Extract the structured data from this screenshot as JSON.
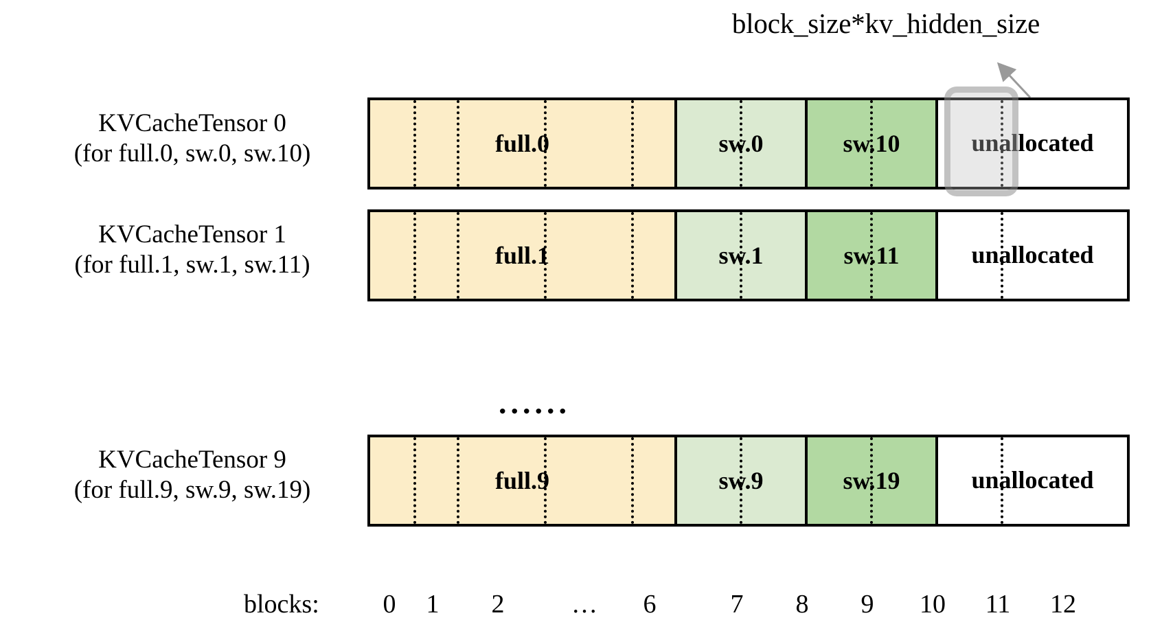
{
  "annotation": {
    "label": "block_size*kv_hidden_size",
    "arrow": "arrow-up-left"
  },
  "colors": {
    "full_block": "#fcedc8",
    "sw_block": "#dbead1",
    "sw2_block": "#b2d9a2",
    "unallocated_block": "#ffffff",
    "outline": "#000000",
    "highlight": "#bebebe"
  },
  "rows": [
    {
      "label_line1": "KVCacheTensor 0",
      "label_line2": "(for full.0, sw.0, sw.10)",
      "segments": [
        {
          "name": "full",
          "text": "full.0",
          "blocks": 7
        },
        {
          "name": "sw",
          "text": "sw.0",
          "blocks": 2
        },
        {
          "name": "sw2",
          "text": "sw.10",
          "blocks": 2
        },
        {
          "name": "unalloc",
          "text": "unallocated",
          "blocks": 2
        }
      ],
      "highlighted_block": 11
    },
    {
      "label_line1": "KVCacheTensor 1",
      "label_line2": "(for full.1, sw.1, sw.11)",
      "segments": [
        {
          "name": "full",
          "text": "full.1",
          "blocks": 7
        },
        {
          "name": "sw",
          "text": "sw.1",
          "blocks": 2
        },
        {
          "name": "sw2",
          "text": "sw.11",
          "blocks": 2
        },
        {
          "name": "unalloc",
          "text": "unallocated",
          "blocks": 2
        }
      ],
      "highlighted_block": null
    },
    {
      "label_line1": "KVCacheTensor 9",
      "label_line2": "(for full.9, sw.9, sw.19)",
      "segments": [
        {
          "name": "full",
          "text": "full.9",
          "blocks": 7
        },
        {
          "name": "sw",
          "text": "sw.9",
          "blocks": 2
        },
        {
          "name": "sw2",
          "text": "sw.19",
          "blocks": 2
        },
        {
          "name": "unalloc",
          "text": "unallocated",
          "blocks": 2
        }
      ],
      "highlighted_block": null
    }
  ],
  "ellipsis": "......",
  "axis": {
    "caption": "blocks:",
    "ticks": [
      "0",
      "1",
      "2",
      "…",
      "6",
      "7",
      "8",
      "9",
      "10",
      "11",
      "12"
    ]
  }
}
